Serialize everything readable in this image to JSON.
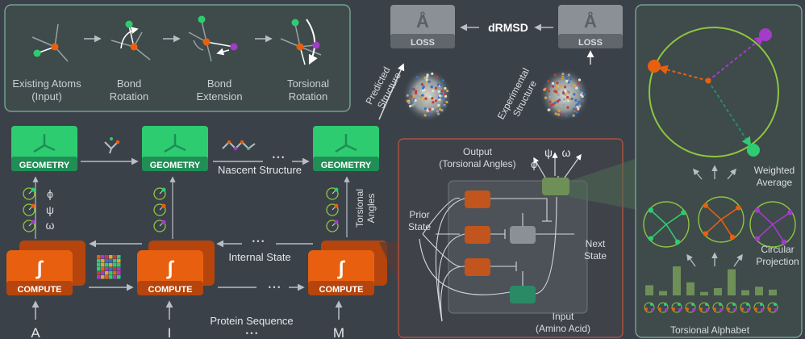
{
  "colors": {
    "background": "#3b4149",
    "panel_fill": "#3f4a4a",
    "panel_stroke": "#7fb3a0",
    "geometry_green": "#2ecc71",
    "geometry_dark": "#1f8f55",
    "compute_orange": "#e8600f",
    "compute_dark": "#b5450c",
    "lstm_box_stroke": "#c2543e",
    "text_light": "#c9cfd4",
    "loss_grey": "#8a9096",
    "circle_green": "#8dc63f",
    "purple": "#a23cc9",
    "teal": "#2a8a66"
  },
  "top_panel": {
    "steps": [
      {
        "label_line1": "Existing Atoms",
        "label_line2": "(Input)"
      },
      {
        "label_line1": "Bond",
        "label_line2": "Rotation"
      },
      {
        "label_line1": "Bond",
        "label_line2": "Extension"
      },
      {
        "label_line1": "Torsional",
        "label_line2": "Rotation"
      }
    ]
  },
  "loss": {
    "angstrom": "Å",
    "left_label": "LOSS",
    "right_label": "LOSS",
    "center": "dRMSD",
    "predicted_line1": "Predicted",
    "predicted_line2": "Structure",
    "experimental_line1": "Experimental",
    "experimental_line2": "Structure"
  },
  "pipeline": {
    "geometry_label": "GEOMETRY",
    "compute_label": "COMPUTE",
    "integral_symbol": "∫",
    "nascent_label": "Nascent Structure",
    "internal_state_label": "Internal State",
    "protein_sequence_label": "Protein Sequence",
    "torsional_angles_line1": "Torsional",
    "torsional_angles_line2": "Angles",
    "angle_symbols": [
      "ϕ",
      "ψ",
      "ω"
    ],
    "dots": "• • •",
    "inputs": [
      "A",
      "I",
      "M"
    ],
    "input_dots": "• • •"
  },
  "lstm": {
    "output_line1": "Output",
    "output_line2": "(Torsional Angles)",
    "output_symbols": [
      "ϕ",
      "ψ",
      "ω"
    ],
    "prior_line1": "Prior",
    "prior_line2": "State",
    "next_line1": "Next",
    "next_line2": "State",
    "input_line1": "Input",
    "input_line2": "(Amino Acid)"
  },
  "right_panel": {
    "weighted_line1": "Weighted",
    "weighted_line2": "Average",
    "circular_line1": "Circular",
    "circular_line2": "Projection",
    "alphabet_label": "Torsional Alphabet",
    "alphabet_bar_heights": [
      0.35,
      0.15,
      1.0,
      0.45,
      0.12,
      0.25,
      0.9,
      0.18,
      0.3,
      0.2
    ]
  }
}
